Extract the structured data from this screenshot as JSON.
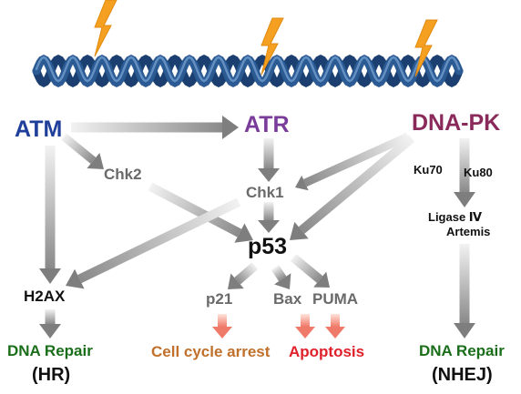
{
  "colors": {
    "atm": "#1f3f9a",
    "atr": "#7a3c9a",
    "dnapk": "#8a2a5a",
    "repair": "#1a6e1a",
    "cell_cycle": "#c0702a",
    "apoptosis": "#e0202a",
    "arrow_gray": "#8a8a8a",
    "arrow_red": "#f08070",
    "dna_dark": "#1a3f70",
    "dna_light": "#5a8ac0",
    "lightning": "#f5a020"
  },
  "nodes": {
    "atm": "ATM",
    "atr": "ATR",
    "dnapk": "DNA-PK",
    "chk2": "Chk2",
    "chk1": "Chk1",
    "p53": "p53",
    "h2ax": "H2AX",
    "p21": "p21",
    "bax": "Bax",
    "puma": "PUMA",
    "ku70": "Ku70",
    "ku80": "Ku80",
    "ligase": "Ligase Ⅳ",
    "artemis": "Artemis"
  },
  "outcomes": {
    "repair_hr": "DNA Repair",
    "hr": "(HR)",
    "cell_cycle": "Cell cycle arrest",
    "apoptosis": "Apoptosis",
    "repair_nhej": "DNA Repair",
    "nhej": "(NHEJ)"
  },
  "icons": [
    "dna-double-helix-icon",
    "lightning-bolt-icon"
  ]
}
